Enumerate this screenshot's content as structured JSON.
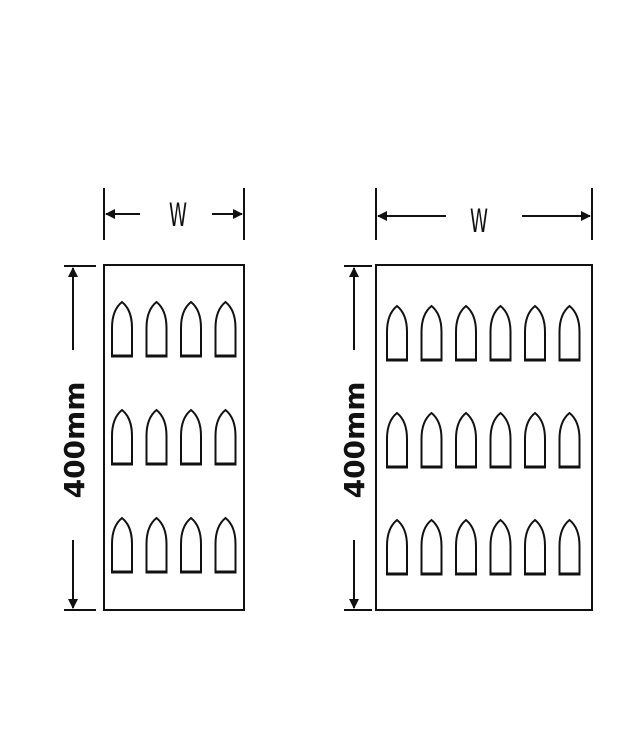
{
  "diagrams": [
    {
      "id": "left",
      "width_label": "W",
      "height_label": "400mm",
      "rows": 3,
      "cols": 4
    },
    {
      "id": "right",
      "width_label": "W",
      "height_label": "400mm",
      "rows": 3,
      "cols": 6
    }
  ],
  "colors": {
    "line": "#111111",
    "background": "#ffffff"
  }
}
